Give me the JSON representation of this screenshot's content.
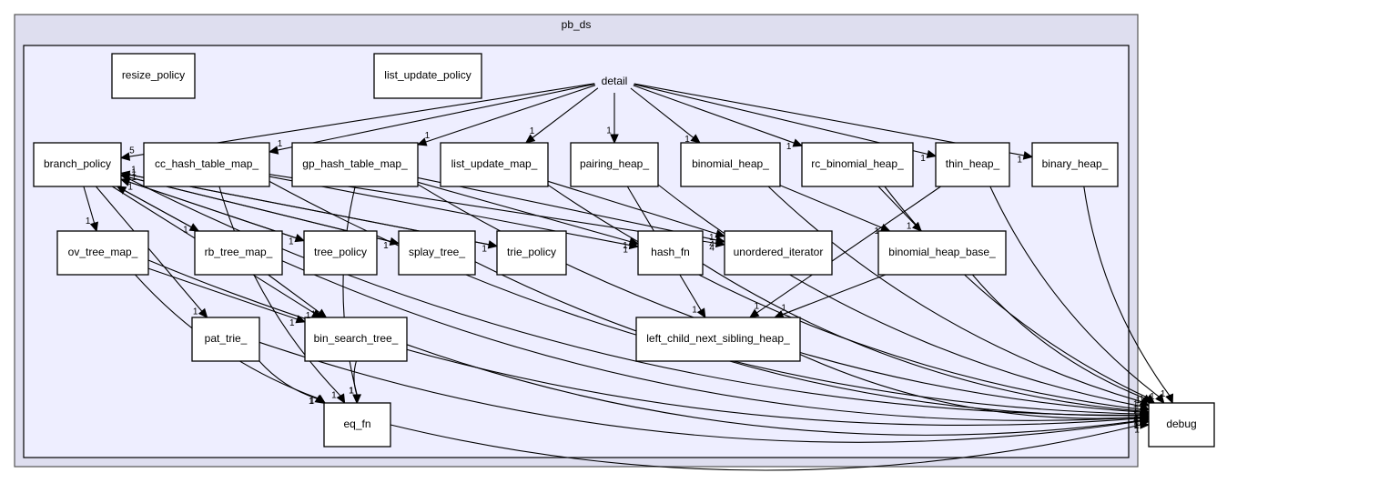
{
  "outer_cluster_label": "pb_ds",
  "detail_label": "detail",
  "nodes": [
    {
      "id": "resize_policy",
      "label": "resize_policy"
    },
    {
      "id": "list_update_policy",
      "label": "list_update_policy"
    },
    {
      "id": "branch_policy",
      "label": "branch_policy"
    },
    {
      "id": "cc_hash_table_map_",
      "label": "cc_hash_table_map_"
    },
    {
      "id": "gp_hash_table_map_",
      "label": "gp_hash_table_map_"
    },
    {
      "id": "list_update_map_",
      "label": "list_update_map_"
    },
    {
      "id": "pairing_heap_",
      "label": "pairing_heap_"
    },
    {
      "id": "binomial_heap_",
      "label": "binomial_heap_"
    },
    {
      "id": "rc_binomial_heap_",
      "label": "rc_binomial_heap_"
    },
    {
      "id": "thin_heap_",
      "label": "thin_heap_"
    },
    {
      "id": "binary_heap_",
      "label": "binary_heap_"
    },
    {
      "id": "ov_tree_map_",
      "label": "ov_tree_map_"
    },
    {
      "id": "rb_tree_map_",
      "label": "rb_tree_map_"
    },
    {
      "id": "tree_policy",
      "label": "tree_policy"
    },
    {
      "id": "splay_tree_",
      "label": "splay_tree_"
    },
    {
      "id": "trie_policy",
      "label": "trie_policy"
    },
    {
      "id": "hash_fn",
      "label": "hash_fn"
    },
    {
      "id": "unordered_iterator",
      "label": "unordered_iterator"
    },
    {
      "id": "binomial_heap_base_",
      "label": "binomial_heap_base_"
    },
    {
      "id": "pat_trie_",
      "label": "pat_trie_"
    },
    {
      "id": "bin_search_tree_",
      "label": "bin_search_tree_"
    },
    {
      "id": "left_child_next_sibling_heap_",
      "label": "left_child_next_sibling_heap_"
    },
    {
      "id": "eq_fn",
      "label": "eq_fn"
    },
    {
      "id": "debug",
      "label": "debug"
    }
  ],
  "edges": [
    {
      "from": "detail",
      "to": "branch_policy",
      "label": "5"
    },
    {
      "from": "detail",
      "to": "cc_hash_table_map_",
      "label": "1"
    },
    {
      "from": "detail",
      "to": "gp_hash_table_map_",
      "label": "1"
    },
    {
      "from": "detail",
      "to": "list_update_map_",
      "label": "1"
    },
    {
      "from": "detail",
      "to": "pairing_heap_",
      "label": "1"
    },
    {
      "from": "detail",
      "to": "binomial_heap_",
      "label": "1"
    },
    {
      "from": "detail",
      "to": "rc_binomial_heap_",
      "label": "1"
    },
    {
      "from": "detail",
      "to": "thin_heap_",
      "label": "1"
    },
    {
      "from": "detail",
      "to": "binary_heap_",
      "label": "1"
    },
    {
      "from": "branch_policy",
      "to": "ov_tree_map_",
      "label": "1"
    },
    {
      "from": "branch_policy",
      "to": "rb_tree_map_",
      "label": "1"
    },
    {
      "from": "branch_policy",
      "to": "tree_policy",
      "label": "1"
    },
    {
      "from": "branch_policy",
      "to": "splay_tree_",
      "label": "1"
    },
    {
      "from": "branch_policy",
      "to": "trie_policy",
      "label": "1"
    },
    {
      "from": "branch_policy",
      "to": "pat_trie_",
      "label": "1"
    },
    {
      "from": "branch_policy",
      "to": "bin_search_tree_",
      "label": "1"
    },
    {
      "from": "rb_tree_map_",
      "to": "branch_policy",
      "label": "1"
    },
    {
      "from": "tree_policy",
      "to": "branch_policy",
      "label": "1"
    },
    {
      "from": "splay_tree_",
      "to": "branch_policy",
      "label": "1"
    },
    {
      "from": "trie_policy",
      "to": "branch_policy",
      "label": "1"
    },
    {
      "from": "cc_hash_table_map_",
      "to": "hash_fn",
      "label": "1"
    },
    {
      "from": "cc_hash_table_map_",
      "to": "unordered_iterator",
      "label": "4"
    },
    {
      "from": "cc_hash_table_map_",
      "to": "eq_fn",
      "label": "1"
    },
    {
      "from": "gp_hash_table_map_",
      "to": "hash_fn",
      "label": "1"
    },
    {
      "from": "gp_hash_table_map_",
      "to": "unordered_iterator",
      "label": "4"
    },
    {
      "from": "gp_hash_table_map_",
      "to": "eq_fn",
      "label": "1"
    },
    {
      "from": "list_update_map_",
      "to": "unordered_iterator",
      "label": "1"
    },
    {
      "from": "pairing_heap_",
      "to": "left_child_next_sibling_heap_",
      "label": "1"
    },
    {
      "from": "binomial_heap_",
      "to": "binomial_heap_base_",
      "label": "1"
    },
    {
      "from": "rc_binomial_heap_",
      "to": "binomial_heap_base_",
      "label": "1"
    },
    {
      "from": "thin_heap_",
      "to": "left_child_next_sibling_heap_",
      "label": "1"
    },
    {
      "from": "binomial_heap_base_",
      "to": "left_child_next_sibling_heap_",
      "label": "1"
    },
    {
      "from": "ov_tree_map_",
      "to": "bin_search_tree_",
      "label": "1"
    },
    {
      "from": "ov_tree_map_",
      "to": "eq_fn",
      "label": "1"
    },
    {
      "from": "rb_tree_map_",
      "to": "bin_search_tree_",
      "label": "1"
    },
    {
      "from": "pat_trie_",
      "to": "eq_fn",
      "label": "1"
    },
    {
      "from": "bin_search_tree_",
      "to": "eq_fn",
      "label": "1"
    },
    {
      "from": "eq_fn",
      "to": "debug",
      "label": "1"
    },
    {
      "from": "pat_trie_",
      "to": "debug",
      "label": "1"
    },
    {
      "from": "bin_search_tree_",
      "to": "debug",
      "label": "2"
    },
    {
      "from": "left_child_next_sibling_heap_",
      "to": "debug",
      "label": "1"
    },
    {
      "from": "binomial_heap_base_",
      "to": "debug",
      "label": "1"
    },
    {
      "from": "hash_fn",
      "to": "debug",
      "label": "1"
    },
    {
      "from": "splay_tree_",
      "to": "debug",
      "label": "1"
    },
    {
      "from": "rb_tree_map_",
      "to": "debug",
      "label": "1"
    },
    {
      "from": "ov_tree_map_",
      "to": "debug",
      "label": "1"
    },
    {
      "from": "cc_hash_table_map_",
      "to": "debug",
      "label": "1"
    },
    {
      "from": "gp_hash_table_map_",
      "to": "debug",
      "label": "1"
    },
    {
      "from": "list_update_map_",
      "to": "debug",
      "label": "1"
    },
    {
      "from": "pairing_heap_",
      "to": "debug",
      "label": "1"
    },
    {
      "from": "binomial_heap_",
      "to": "debug",
      "label": "1"
    },
    {
      "from": "rc_binomial_heap_",
      "to": "debug",
      "label": "1"
    },
    {
      "from": "thin_heap_",
      "to": "debug",
      "label": "1"
    },
    {
      "from": "binary_heap_",
      "to": "debug",
      "label": "1"
    },
    {
      "from": "branch_policy",
      "to": "debug",
      "label": "4"
    }
  ]
}
